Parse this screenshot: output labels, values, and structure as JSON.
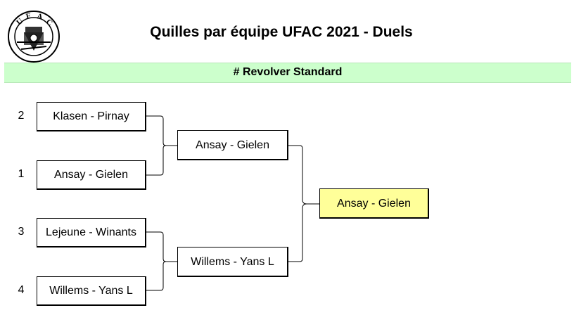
{
  "header": {
    "title": "Quilles par équipe UFAC 2021 - Duels",
    "logo_text": "U.F.A.C"
  },
  "section": {
    "label": "# Revolver Standard"
  },
  "bracket": {
    "round1": [
      {
        "seed": "2",
        "team": "Klasen - Pirnay"
      },
      {
        "seed": "1",
        "team": "Ansay - Gielen"
      },
      {
        "seed": "3",
        "team": "Lejeune - Winants"
      },
      {
        "seed": "4",
        "team": "Willems - Yans L"
      }
    ],
    "round2": [
      {
        "team": "Ansay - Gielen"
      },
      {
        "team": "Willems - Yans L"
      }
    ],
    "final": {
      "team": "Ansay - Gielen",
      "highlight_color": "#ffff99"
    }
  }
}
